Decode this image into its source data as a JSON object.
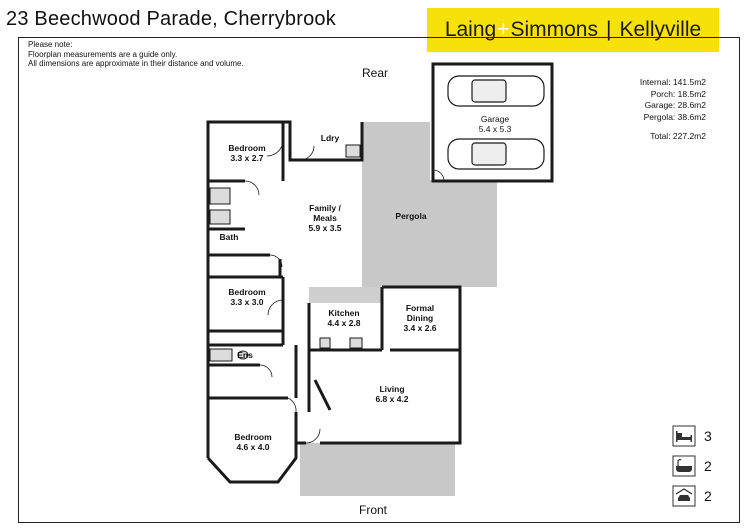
{
  "header": {
    "address": "23 Beechwood Parade, Cherrybrook"
  },
  "brand": {
    "part1": "Laing",
    "plus": "+",
    "part2": "Simmons",
    "separator": "|",
    "office": "Kellyville",
    "color": "#f6e20a"
  },
  "notes": [
    "Please note:",
    "Floorplan measurements are a guide only.",
    "All dimensions are approximate in their distance and volume."
  ],
  "areas": {
    "internal": "Internal: 141.5m2",
    "porch": "Porch: 18.5m2",
    "garage": "Garage: 28.6m2",
    "pergola": "Pergola: 38.6m2",
    "total": "Total: 227.2m2"
  },
  "orientation": {
    "rear": "Rear",
    "front": "Front"
  },
  "rooms": {
    "garage": {
      "name": "Garage",
      "dims": "5.4 x 5.3"
    },
    "bedroom1": {
      "name": "Bedroom",
      "dims": "3.3 x 2.7"
    },
    "laundry": {
      "name": "Ldry"
    },
    "family": {
      "name": "Family /",
      "name2": "Meals",
      "dims": "5.9 x 3.5"
    },
    "pergola": {
      "name": "Pergola"
    },
    "bath": {
      "name": "Bath"
    },
    "bedroom2": {
      "name": "Bedroom",
      "dims": "3.3 x 3.0"
    },
    "kitchen": {
      "name": "Kitchen",
      "dims": "4.4 x 2.8"
    },
    "dining": {
      "name": "Formal",
      "name2": "Dining",
      "dims": "3.4 x 2.6"
    },
    "ensuite": {
      "name": "Ens"
    },
    "living": {
      "name": "Living",
      "dims": "6.8 x 4.2"
    },
    "bedroom3": {
      "name": "Bedroom",
      "dims": "4.6 x 4.0"
    }
  },
  "features": {
    "bedrooms": {
      "icon": "bed-icon",
      "count": "3"
    },
    "bathrooms": {
      "icon": "bathtub-icon",
      "count": "2"
    },
    "parking": {
      "icon": "car-garage-icon",
      "count": "2"
    }
  },
  "colors": {
    "wall": "#1a1a1a",
    "outdoor": "#c8c8c8"
  }
}
